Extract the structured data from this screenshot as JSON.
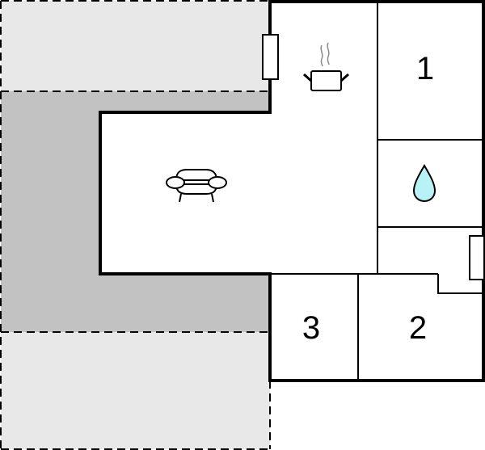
{
  "floorplan": {
    "colors": {
      "outdoor_light": "#e8e8e8",
      "outdoor_dark": "#c2c2c2",
      "wall": "#000000",
      "interior": "#ffffff",
      "water_drop": "#b8f2f6",
      "steam": "#8c8c8c"
    },
    "areas": [
      {
        "id": "terrace-top",
        "type": "outdoor",
        "shade": "light"
      },
      {
        "id": "terrace-middle",
        "type": "outdoor-covered",
        "shade": "dark"
      },
      {
        "id": "terrace-bottom",
        "type": "outdoor",
        "shade": "light"
      }
    ],
    "rooms": [
      {
        "id": "kitchen",
        "icon": "cooking-pot-icon"
      },
      {
        "id": "living-room",
        "icon": "sofa-icon"
      },
      {
        "id": "bathroom",
        "icon": "water-drop-icon"
      },
      {
        "id": "hallway",
        "icon": ""
      },
      {
        "id": "bedroom-1",
        "label": "1"
      },
      {
        "id": "bedroom-2",
        "label": "2"
      },
      {
        "id": "bedroom-3",
        "label": "3"
      }
    ],
    "doors": [
      {
        "id": "kitchen-door",
        "wall": "west"
      },
      {
        "id": "entrance-door",
        "wall": "east"
      }
    ]
  }
}
